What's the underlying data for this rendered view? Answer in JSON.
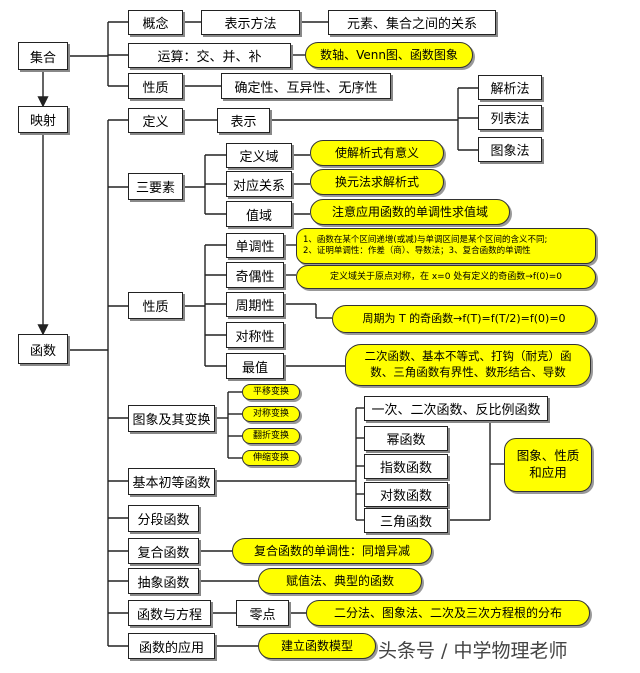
{
  "nodes": {
    "sets": "集合",
    "mapping": "映射",
    "function": "函数",
    "concept": "概念",
    "notation": "表示方法",
    "element_relation": "元素、集合之间的关系",
    "operations": "运算：交、并、补",
    "operations_tool": "数轴、Venn图、函数图象",
    "set_properties": "性质",
    "set_properties_detail": "确定性、互异性、无序性",
    "definition": "定义",
    "representation": "表示",
    "analytic": "解析法",
    "tabular": "列表法",
    "graphical": "图象法",
    "three_elements": "三要素",
    "domain": "定义域",
    "domain_note": "使解析式有意义",
    "correspondence": "对应关系",
    "correspondence_note": "换元法求解析式",
    "range": "值域",
    "range_note": "注意应用函数的单调性求值域",
    "func_properties": "性质",
    "monotonic": "单调性",
    "monotonic_note_1": "1、函数在某个区间递增(或减)与单调区间是某个区间的含义不同;",
    "monotonic_note_2": "2、证明单调性：作差（商）、导数法；3、复合函数的单调性",
    "parity": "奇偶性",
    "parity_note": "定义域关于原点对称，在 x=0 处有定义的奇函数→f(0)=0",
    "periodic": "周期性",
    "periodic_note": "周期为 T 的奇函数→f(T)=f(T/2)=f(0)=0",
    "symmetry": "对称性",
    "extremum": "最值",
    "extremum_note_1": "二次函数、基本不等式、打钩（耐克）函",
    "extremum_note_2": "数、三角函数有界性、数形结合、导数",
    "graph_transform": "图象及其变换",
    "translation": "平移变换",
    "symmetric_transform": "对称变换",
    "flip_transform": "翻折变换",
    "stretch_transform": "伸缩变换",
    "basic_elementary": "基本初等函数",
    "linear_family": "一次、二次函数、反比例函数",
    "power": "幂函数",
    "exponential": "指数函数",
    "logarithmic": "对数函数",
    "trigonometric": "三角函数",
    "graph_props_1": "图象、性质",
    "graph_props_2": "和应用",
    "piecewise": "分段函数",
    "composite": "复合函数",
    "composite_note": "复合函数的单调性：同增异减",
    "abstract": "抽象函数",
    "abstract_note": "赋值法、典型的函数",
    "func_equation": "函数与方程",
    "zero_point": "零点",
    "zero_point_note": "二分法、图象法、二次及三次方程根的分布",
    "application": "函数的应用",
    "modeling": "建立函数模型"
  },
  "watermark": "头条号 / 中学物理老师",
  "colors": {
    "highlight": "#ffff00",
    "border": "#222222",
    "line": "#222222"
  }
}
